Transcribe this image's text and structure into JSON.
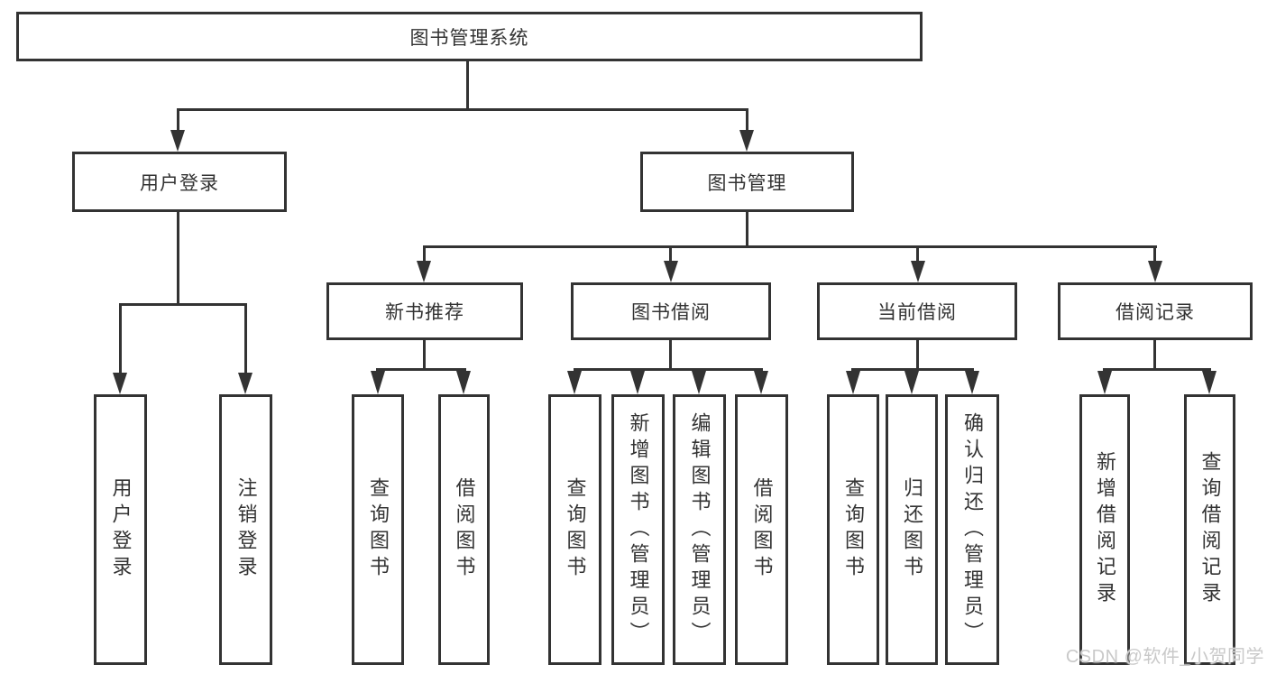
{
  "tree": {
    "root": {
      "label": "图书管理系统"
    },
    "branches": [
      {
        "label": "用户登录",
        "children": [
          {
            "label": "用户登录"
          },
          {
            "label": "注销登录"
          }
        ]
      },
      {
        "label": "图书管理",
        "children": [
          {
            "label": "新书推荐",
            "children": [
              {
                "label": "查询图书"
              },
              {
                "label": "借阅图书"
              }
            ]
          },
          {
            "label": "图书借阅",
            "children": [
              {
                "label": "查询图书"
              },
              {
                "label": "新增图书（管理员）"
              },
              {
                "label": "编辑图书（管理员）"
              },
              {
                "label": "借阅图书"
              }
            ]
          },
          {
            "label": "当前借阅",
            "children": [
              {
                "label": "查询图书"
              },
              {
                "label": "归还图书"
              },
              {
                "label": "确认归还（管理员）"
              }
            ]
          },
          {
            "label": "借阅记录",
            "children": [
              {
                "label": "新增借阅记录"
              },
              {
                "label": "查询借阅记录"
              }
            ]
          }
        ]
      }
    ]
  },
  "watermark": {
    "text": "CSDN @软件_小贺同学"
  },
  "colors": {
    "line": "#333333",
    "text": "#333333",
    "background": "#ffffff",
    "watermark": "#c9c9c9"
  }
}
